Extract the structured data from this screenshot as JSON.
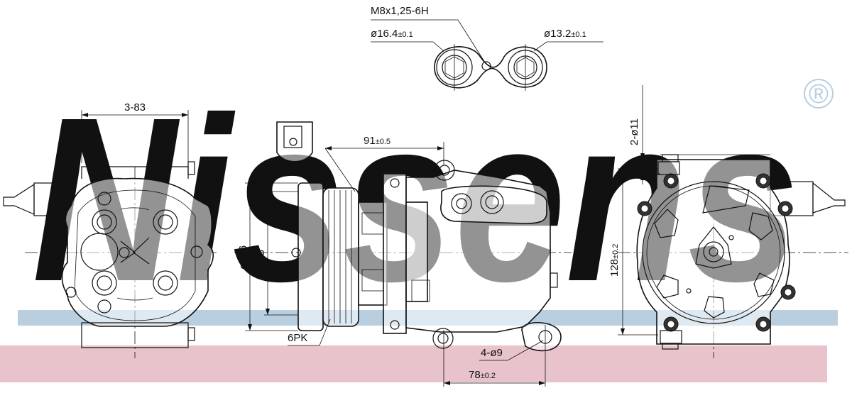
{
  "brand": {
    "watermark_text": "Nissens",
    "registered_mark": "®",
    "watermark_color": "#b9cfe0",
    "band_color": "#e8c3cb"
  },
  "dimensions": {
    "thread": "M8x1,25-6H",
    "port_left_dia": "ø16.4",
    "port_left_tol": "±0.1",
    "port_right_dia": "ø13.2",
    "port_right_tol": "±0.1",
    "width_left_view": "3-83",
    "pulley_offset": "91",
    "pulley_offset_tol": "±0.5",
    "pulley_outer_dia": "ø106",
    "pulley_inner_dia": "ø95",
    "belt_type": "6PK",
    "mount_holes": "4-ø9",
    "mount_spacing": "78",
    "mount_spacing_tol": "±0.2",
    "top_holes": "2-ø11",
    "height_right_view": "128",
    "height_right_tol": "±0.2"
  }
}
